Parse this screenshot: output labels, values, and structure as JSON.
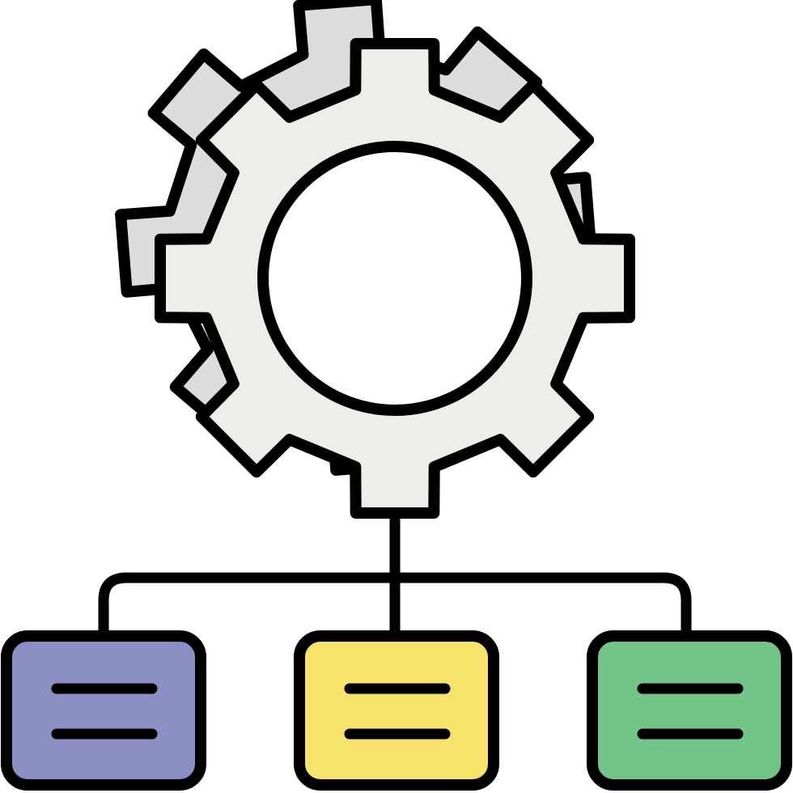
{
  "icon": {
    "name": "gear-hierarchy-icon",
    "colors": {
      "outline": "#000000",
      "gear_front": "#edeeea",
      "gear_back": "#dcdedb",
      "hub": "#ffffff",
      "box_left": "#8b8fc4",
      "box_center": "#f7e26b",
      "box_right": "#72c489"
    },
    "children": [
      {
        "name": "left-node-icon",
        "color_key": "box_left"
      },
      {
        "name": "center-node-icon",
        "color_key": "box_center"
      },
      {
        "name": "right-node-icon",
        "color_key": "box_right"
      }
    ]
  }
}
